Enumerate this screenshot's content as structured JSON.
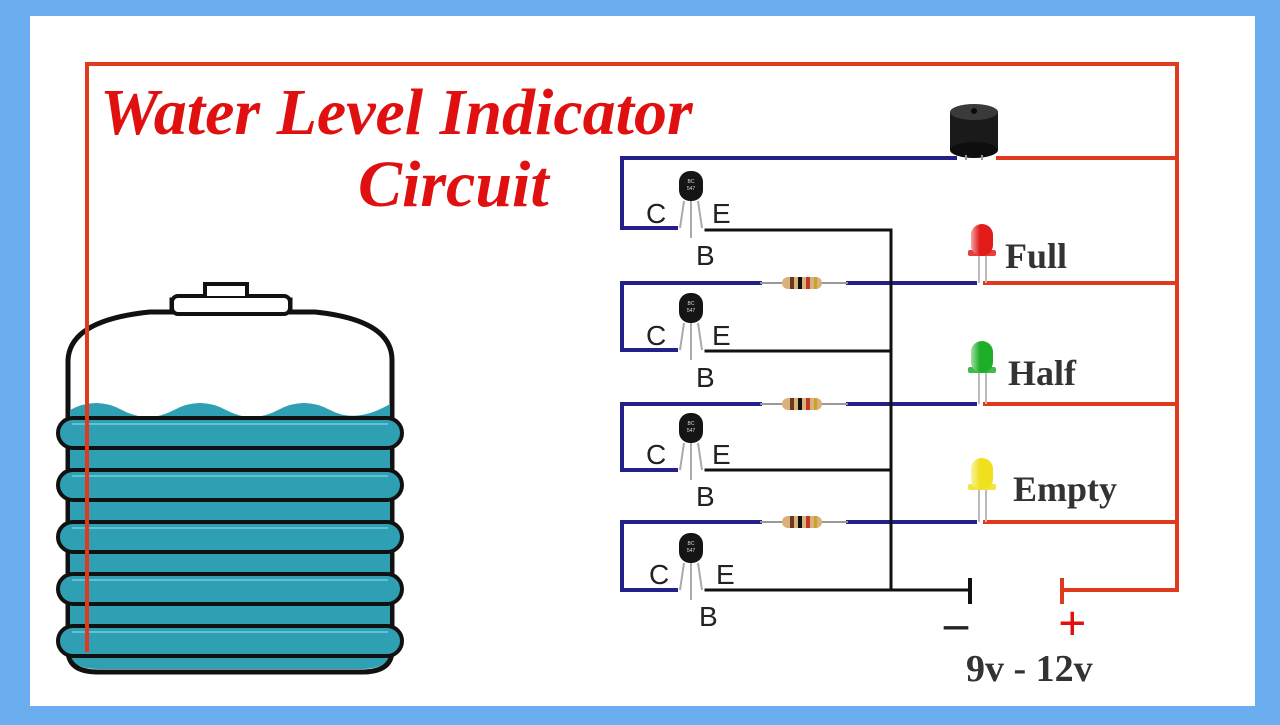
{
  "title": {
    "line1": "Water Level Indicator",
    "line2": "Circuit"
  },
  "transistor": {
    "marking": "BC 547",
    "pins": {
      "c": "C",
      "e": "E",
      "b": "B"
    }
  },
  "leds": [
    {
      "label": "Full",
      "color": "#e21b1b"
    },
    {
      "label": "Half",
      "color": "#1fae2a"
    },
    {
      "label": "Empty",
      "color": "#f0e020"
    }
  ],
  "battery": {
    "minus": "–",
    "plus": "+",
    "voltage": "9v - 12v"
  },
  "colors": {
    "positive_wire": "#e03a1e",
    "collector_wire": "#24208a",
    "ground_wire": "#111111",
    "water": "#2f9fb3",
    "title": "#e01010"
  },
  "icons": [
    "buzzer-icon",
    "transistor-icon",
    "resistor-icon",
    "led-icon",
    "battery-icon",
    "water-tank-icon"
  ]
}
